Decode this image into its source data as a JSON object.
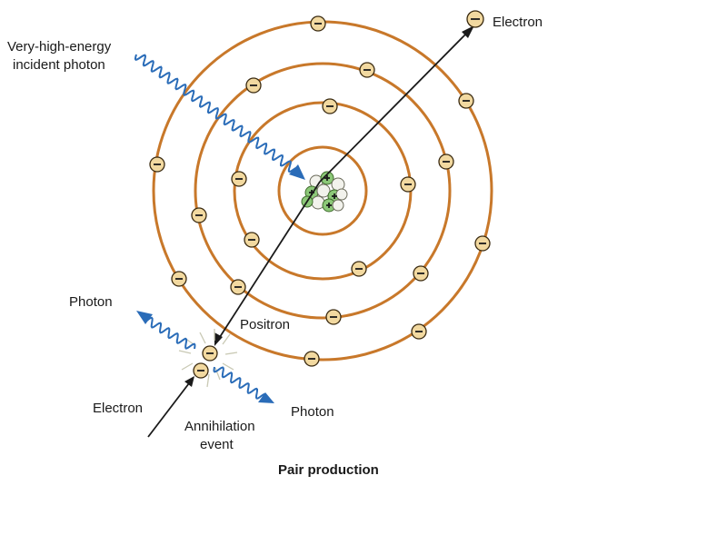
{
  "diagram": {
    "title": "Pair production",
    "labels": {
      "incident_photon_line1": "Very-high-energy",
      "incident_photon_line2": "incident photon",
      "electron_top": "Electron",
      "positron": "Positron",
      "photon_left": "Photon",
      "photon_right": "Photon",
      "electron_bottom": "Electron",
      "annihilation_line1": "Annihilation",
      "annihilation_line2": "event"
    },
    "electron_symbol": "−",
    "colors": {
      "orbit": "#c8782a",
      "photon": "#2a6cb8",
      "electron": "#f2d9a0",
      "proton": "#8cc878",
      "neutron": "#f2f2ec"
    }
  }
}
